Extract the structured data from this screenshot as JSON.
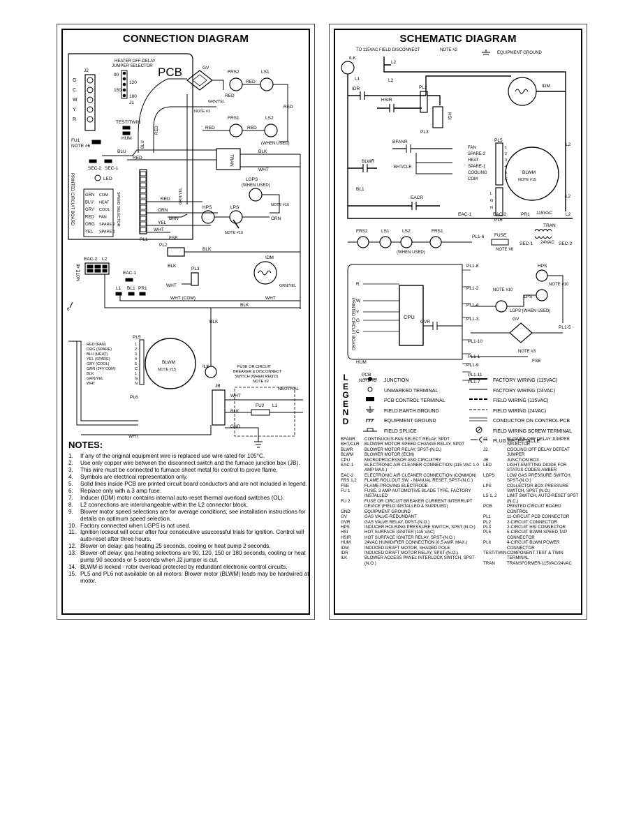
{
  "connection": {
    "title": "CONNECTION DIAGRAM",
    "pcb_label": "PCB",
    "labels": {
      "heater": "HEATER OFF-DELAY",
      "jumper": "JUMPER SELECTOR",
      "j2": "J2",
      "j1": "J1",
      "t90": "90",
      "t120": "120",
      "t150": "150",
      "t180": "180",
      "term_g": "G",
      "term_c": "C",
      "term_w": "W",
      "term_y": "Y",
      "term_r": "R",
      "test_twin": "TEST/TWIN",
      "hum": "HUM",
      "fu1": "FU1",
      "note6": "NOTE #6",
      "blu": "BLU",
      "red": "RED",
      "sec2": "SEC-2",
      "sec1": "SEC-1",
      "led": "LED",
      "pcb_vertical": "PRINTED CIRCUIT BOARD",
      "pl1": "PL1",
      "gv": "GV",
      "note3": "NOTE #3",
      "grn_yel": "GRN/YEL",
      "frs2": "FRS2",
      "ls1": "LS1",
      "frs1": "FRS1",
      "ls2": "LS2",
      "when_used": "(WHEN USED)",
      "blk": "BLK",
      "wht": "WHT",
      "tran": "TRAN",
      "lgps": "LGPS",
      "hps": "HPS",
      "lps": "LPS",
      "note10": "NOTE #10",
      "brn": "BRN",
      "orn": "ORN",
      "yel": "YEL",
      "fse": "FSE",
      "pl2": "PL2",
      "pl3": "PL3",
      "idm": "IDM",
      "eac2": "EAC-2",
      "eac1": "EAC-1",
      "l2": "L2",
      "l1": "L1",
      "bl1": "BL1",
      "pr1": "PR1",
      "note8": "NOTE #8",
      "wht_com": "WHT (COM)",
      "pl5": "PL5",
      "pl6": "PL6",
      "blwm": "BLWM",
      "note15": "NOTE #15",
      "ilk": "ILK",
      "jb": "JB",
      "fuse_switch": "FUSE OR CIRCUIT",
      "breaker": "BREAKER & DISCONNECT",
      "switch_req": "SWITCH (WHEN REQ'D)",
      "note2": "NOTE #2",
      "neutral": "NEUTRAL",
      "fu2": "FU2",
      "gnd": "GND",
      "six": "6"
    },
    "spare_strip": [
      {
        "color": "GRN",
        "label": "COM"
      },
      {
        "color": "BLU",
        "label": "HEAT"
      },
      {
        "color": "GRY",
        "label": "COOL"
      },
      {
        "color": "RED",
        "label": "FAN"
      },
      {
        "color": "ORG",
        "label": "SPARE 2"
      },
      {
        "color": "YEL",
        "label": "SPARE 1"
      }
    ],
    "spare_title": "SPEED SELECTOR",
    "blower_leads": [
      {
        "text": "RED (FAN)",
        "num": "1"
      },
      {
        "text": "ORG (SPARE)",
        "num": "2"
      },
      {
        "text": "BLU (HEAT)",
        "num": "3"
      },
      {
        "text": "YEL (SPARE)",
        "num": "4"
      },
      {
        "text": "GRY (COOL)",
        "num": "5"
      },
      {
        "text": "GRN (24V COM)",
        "num": "C"
      },
      {
        "text": "BLK",
        "num": "1"
      },
      {
        "text": "GRN/YEL",
        "num": "G"
      },
      {
        "text": "WHT",
        "num": "N"
      }
    ],
    "notes_title": "NOTES:",
    "notes": [
      {
        "n": "1.",
        "t": "If any of the original equipment wire is replaced use wire rated for 105°C."
      },
      {
        "n": "2.",
        "t": "Use only copper wire between the disconnect switch and the furnace junction box (JB)."
      },
      {
        "n": "3.",
        "t": "This wire must be connected to furnace sheet metal for control to prove flame."
      },
      {
        "n": "4.",
        "t": "Symbols are electrical representation only."
      },
      {
        "n": "5.",
        "t": "Solid lines inside PCB are printed circuit board conductors and are not included in legend."
      },
      {
        "n": "6.",
        "t": "Replace only with a 3 amp fuse."
      },
      {
        "n": "7.",
        "t": "Inducer (IDM) motor contains internal auto-reset thermal overload switches (OL)."
      },
      {
        "n": "8.",
        "t": "L2 connections are interchangeable within the L2 connector block."
      },
      {
        "n": "9.",
        "t": "Blower motor speed selections are for average conditions, see installation instructions for details on optimum speed selection."
      },
      {
        "n": "10.",
        "t": "Factory connected when LGPS is not used."
      },
      {
        "n": "11.",
        "t": "Ignition lockout will occur after four consecutive usuccessful trials for ignition. Control will auto-reset after three hours."
      },
      {
        "n": "12.",
        "t": "Blower-on delay: gas heating 25 seconds, cooling or heat pump 2 seconds."
      },
      {
        "n": "13.",
        "t": "Blower-off delay: gas heating selections are 90, 120, 150 or 180 seconds, cooling or heat pump 90 seconds or 5 seconds when J2 jumper is cut."
      },
      {
        "n": "14.",
        "t": "BLWM is locked - rotor overload protected by redundant electronic control circuits."
      },
      {
        "n": "15.",
        "t": "PL5 and PL6 not available on all motors. Blower motor (BLWM) leads may be hardwired at motor."
      }
    ]
  },
  "schematic": {
    "title": "SCHEMATIC DIAGRAM",
    "labels": {
      "to115": "TO 115VAC FIELD DISCONNECT",
      "note2": "NOTE #2",
      "equip_ground": "EQUIPMENT GROUND",
      "ilk": "ILK",
      "l2": "L2",
      "l1": "L1",
      "idr": "IDR",
      "hsir": "HSIR",
      "pl2": "PL2",
      "hsi": "HSI",
      "pl3": "PL3",
      "idm": "IDM",
      "bfanr": "BFANR",
      "bht_clr": "BHT/CLR",
      "blwr": "BLWR",
      "bl1": "BL1",
      "pl5": "PL5",
      "pl6": "PL6",
      "blwm": "BLWM",
      "note15": "NOTE #15",
      "eacr": "EACR",
      "eac1": "EAC-1",
      "eac2": "EAC-2",
      "pr1": "PR1",
      "vac115": "115VAC",
      "tran": "TRAN",
      "vac24": "24VAC",
      "sec1": "SEC-1",
      "sec2": "SEC-2",
      "frs2": "FRS2",
      "ls1": "LS1",
      "ls2": "LS2",
      "frs1": "FRS1",
      "pl16": "PL1-6",
      "fuse": "FUSE",
      "note6": "NOTE #6",
      "when_used": "(WHEN USED)",
      "hps": "HPS",
      "note10": "NOTE #10",
      "lps": "LPS",
      "lgps_when": "LGPS (WHEN USED)",
      "pl18": "PL1-8",
      "pl12": "PL1-2",
      "pl14": "PL1-4",
      "pl13": "PL1-3",
      "pl15": "PL1-5",
      "pl110": "PL1-10",
      "pl11": "PL1-1",
      "pl19": "PL1-9",
      "pl111": "PL1-11",
      "pl17": "PL1-7",
      "cpu": "CPU",
      "gvr": "GVR",
      "gv": "GV",
      "note3": "NOTE #3",
      "fse": "FSE",
      "hum": "HUM",
      "pcb": "PCB",
      "note5": "NOTE #5",
      "pcb_vertical": "PRINTED CIRCUIT BOARD",
      "r": "R",
      "w": "W",
      "y": "Y",
      "c": "C",
      "g": "G"
    },
    "pl5_pins": [
      {
        "name": "FAN",
        "num": "1"
      },
      {
        "name": "SPARE-2",
        "num": "2"
      },
      {
        "name": "HEAT",
        "num": "3"
      },
      {
        "name": "SPARE-1",
        "num": "4"
      },
      {
        "name": "COOLING",
        "num": "5"
      },
      {
        "name": "COM",
        "num": "C"
      }
    ],
    "pl6_pins": [
      "L",
      "G",
      "N"
    ],
    "legend_word": [
      "L",
      "E",
      "G",
      "E",
      "N",
      "D"
    ],
    "legend": [
      {
        "sym": "junction",
        "text": "JUNCTION"
      },
      {
        "sym": "unmarked",
        "text": "UNMARKED TERMINAL"
      },
      {
        "sym": "pcbterm",
        "text": "PCB CONTROL TERMINAL"
      },
      {
        "sym": "earth",
        "text": "FIELD EARTH GROUND"
      },
      {
        "sym": "equipground",
        "text": "EQUIPMENT GROUND"
      },
      {
        "sym": "splice",
        "text": "FIELD SPLICE"
      },
      {
        "sym": "line-thick",
        "text": "FACTORY WIRING (115VAC)"
      },
      {
        "sym": "line-thin",
        "text": "FACTORY WIRING (24VAC)"
      },
      {
        "sym": "dash-thick",
        "text": "FIELD WIRING (115VAC)"
      },
      {
        "sym": "dash-thin",
        "text": "FIELD WIRING (24VAC)"
      },
      {
        "sym": "conductor",
        "text": "CONDUCTOR ON CONTROL PCB"
      },
      {
        "sym": "screw",
        "text": "FIELD WIRING SCREW TERMINAL"
      },
      {
        "sym": "plug",
        "text": "PLUG RECEPTACLE"
      }
    ],
    "abbr_left": [
      {
        "k": "BFANR",
        "v": "CONTINUOUS-FAN SELECT RELAY, SPDT"
      },
      {
        "k": "BHT/CLR",
        "v": "BLOWER MOTOR SPEED CHANGE RELAY, SPDT"
      },
      {
        "k": "BLWR",
        "v": "BLOWER MOTOR RELAY, SPST-(N.O.)"
      },
      {
        "k": "BLWM",
        "v": "BLOWER MOTOR (ECM)"
      },
      {
        "k": "CPU",
        "v": "MICROPROCESSOR AND CIRCUITRY"
      },
      {
        "k": "EAC-1",
        "v": "ELECTRONIC AIR CLEANER CONNECTION (115 VAC 1.0 AMP MAX.)"
      },
      {
        "k": "EAC-2",
        "v": "ELECTRONIC AIR CLEANER CONNECTION (COMMON)"
      },
      {
        "k": "FRS 1,2",
        "v": "FLAME ROLLOUT SW. - MANUAL RESET, SPST-(N.C.)"
      },
      {
        "k": "FSE",
        "v": "FLAME-PROVING ELECTRODE"
      },
      {
        "k": "FU 1",
        "v": "FUSE, 3 AMP AUTOMOTIVE BLADE TYPE, FACTORY INSTALLED"
      },
      {
        "k": "FU 2",
        "v": "FUSE OR CIRCUIT BREAKER CURRENT INTERRUPT DEVICE (FIELD INSTALLED & SUPPLIED)"
      },
      {
        "k": "GND",
        "v": "EQUIPMENT GROUND"
      },
      {
        "k": "GV",
        "v": "GAS VALVE-REDUNDANT"
      },
      {
        "k": "GVR",
        "v": "GAS VALVE RELAY, DPST-(N.O.)"
      },
      {
        "k": "HPS",
        "v": "INDUCER HOUSING PRESSURE SWITCH, SPST (N.O.)"
      },
      {
        "k": "HSI",
        "v": "HOT SURFACE IGNITER (115 VAC)"
      },
      {
        "k": "HSIR",
        "v": "HOT SURFACE IGNITER RELAY, SPST-(N.O.)"
      },
      {
        "k": "HUM",
        "v": "24VAC HUMIDIFIER CONNECTION (0.5 AMP. MAX.)"
      },
      {
        "k": "IDM",
        "v": "INDUCED DRAFT MOTOR, SHADED POLE"
      },
      {
        "k": "IDR",
        "v": "INDUCED DRAFT MOTOR RELAY, SPST-(N.O.)"
      },
      {
        "k": "ILK",
        "v": "BLOWER ACCESS PANEL INTERLOCK SWITCH, SPST-(N.O.)"
      }
    ],
    "abbr_right": [
      {
        "k": "J1",
        "v": "BLOWER-OFF DELAY JUMPER SELECTOR"
      },
      {
        "k": "J2",
        "v": "COOLING OFF DELAY DEFEAT JUMPER"
      },
      {
        "k": "JB",
        "v": "JUNCTION BOX"
      },
      {
        "k": "LED",
        "v": "LIGHT-EMITTING DIODE FOR STATUS CODES-AMBER"
      },
      {
        "k": "LGPS",
        "v": "LOW GAS PRESSURE SWITCH, SPST-(N.O.)"
      },
      {
        "k": "LPS",
        "v": "COLLECTOR BOX PRESSURE SWITCH, SPST (N.O.)"
      },
      {
        "k": "LS 1, 2",
        "v": "LIMIT SWITCH, AUTO-RESET SPST (N.C.)"
      },
      {
        "k": "PCB",
        "v": "PRINTED CIRCUIT BOARD CONTROL"
      },
      {
        "k": "PL1",
        "v": "11-CIRCUIT PCB CONNECTOR"
      },
      {
        "k": "PL2",
        "v": "2-CIRCUIT CONNECTOR"
      },
      {
        "k": "PL3",
        "v": "2-CIRCUIT HSI CONNECTOR"
      },
      {
        "k": "PL5",
        "v": "5-CIRCUIT BLWM SPEED TAP CONNECTOR"
      },
      {
        "k": "PL6",
        "v": "4-CIRCUIT BLWM POWER CONNECTOR"
      },
      {
        "k": "TEST/TWIN",
        "v": "COMPONENT TEST & TWIN TERMINAL"
      },
      {
        "k": "TRAN",
        "v": "TRANSFORMER-115VAC/24VAC"
      }
    ]
  }
}
